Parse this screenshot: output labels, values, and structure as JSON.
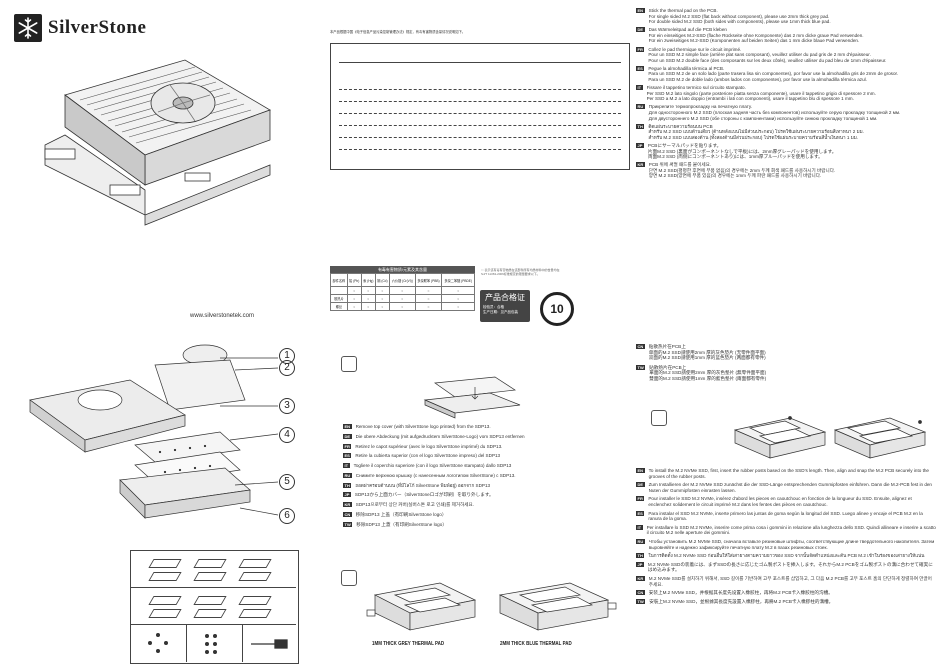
{
  "header": {
    "brand": "SilverStone",
    "website": "www.silverstonetek.com"
  },
  "compliance": {
    "note": "本产品根据中国《电子信息产品污染控制管理办法》规定，有毒有害物质含量情况说明如下。",
    "table_title": "有毒有害物质/元素及其含量",
    "col_headers": [
      "部件名称",
      "铅 (Pb)",
      "汞 (Hg)",
      "镉 (Cd)",
      "六价铬 (Cr(VI))",
      "多溴联苯 (PBB)",
      "多溴二苯醚 (PBDE)"
    ],
    "rows": [
      {
        "name": "",
        "marks": [
          "○",
          "○",
          "○",
          "○",
          "○",
          "○"
        ]
      },
      {
        "name": "散热片",
        "marks": [
          "○",
          "○",
          "○",
          "○",
          "○",
          "○"
        ]
      },
      {
        "name": "螺丝",
        "marks": [
          "○",
          "○",
          "○",
          "○",
          "○",
          "○"
        ]
      }
    ],
    "legend": "○: 表示该有毒有害物质在该部件所有均质材料中的含量均在SJ/T 11363-2006标准规定的限量要求以下。",
    "qc_title": "产品合格证",
    "qc_line1": "检验员：合格",
    "qc_line2": "生产日期：见产品包装",
    "epup_number": "10"
  },
  "parts": {
    "labels": [
      "1",
      "2",
      "3",
      "4",
      "5",
      "6"
    ]
  },
  "step1": {
    "items": [
      {
        "lang": "EN",
        "text": "Remove top cover (with SilverStone logo printed) from the SDP13."
      },
      {
        "lang": "DE",
        "text": "Die obere Abdeckung (mit aufgedrucktem SilverStone-Logo) vom SDP13 entfernen"
      },
      {
        "lang": "FR",
        "text": "Retirez le capot supérieur (avec le logo SilverStone imprimé) du SDP13."
      },
      {
        "lang": "ES",
        "text": "Retire la cubierta superior (con el logo SilverStone impreso) del SDP13"
      },
      {
        "lang": "IT",
        "text": "Togliere il coperchio superiore (con il logo SilverStone stampato) dallo SDP13"
      },
      {
        "lang": "RU",
        "text": "Снимите верхнюю крышку (с нанесенным логотипом SilverStone) с SDP13."
      },
      {
        "lang": "TH",
        "text": "ถอดฝาครอบด้านบน (ที่มีโลโก้ SilverStone พิมพ์อยู่) ออกจาก SDP13"
      },
      {
        "lang": "JP",
        "text": "SDP13から上面カバー（SilverStoneロゴが印刷）を取り外します。"
      },
      {
        "lang": "KR",
        "text": "SDP13으로부터 상단 커버(실버스톤 로고 인쇄)를 제거하세요."
      },
      {
        "lang": "CN",
        "text": "移除SDP13 上盖（有印刷SilverStone logo）"
      },
      {
        "lang": "TW",
        "text": "移除SDP13 上蓋（有印刷SilverStone logo）"
      }
    ]
  },
  "step2": {
    "left_label": "1MM THICK GREY THERMAL PAD",
    "right_label": "2MM THICK BLUE THERMAL PAD"
  },
  "right_top": {
    "items": [
      {
        "lang": "EN",
        "text": "Stick the thermal pad on the PCB.\nFor single sided M.2 SSD (flat back without component), please use 2mm thick grey pad.\nFor double sided M.2 SSD (both sides with components), please use 1mm thick blue pad."
      },
      {
        "lang": "DE",
        "text": "Das Wärmeleitpad auf die PCB kleben\nFür ein einseitiges M.2-SSD (flache Rückseite ohne Komponente) das 2 mm dicke graue Pad verwenden.\nFür ein zweiseitiges M.2-SSD (Komponenten auf beiden Seiten) das 1 mm dicke blaue Pad verwenden."
      },
      {
        "lang": "FR",
        "text": "Collez le pad thermique sur le circuit imprimé.\nPour un SSD M.2 simple face (arrière plat sans composant), veuillez utiliser du pad gris de 2 mm d'épaisseur.\nPour un SSD M.2 double face (des composants sur les deux côtés), veuillez utiliser du pad bleu de 1mm d'épaisseur."
      },
      {
        "lang": "ES",
        "text": "Pegue la almohadilla térmica al PCB.\nPara un SSD M.2 de un solo lado (parte trasera lisa sin componentes), por favor use la almohadilla gris de 2mm de grosor.\nPara un SSD M.2 de doble lado (ambos lados con componentes), por favor use la almohadilla térmica azul."
      },
      {
        "lang": "IT",
        "text": "Fissare il tappetino termico sul circuito stampato.\nPer SSD M.2 lato singolo (parte posteriore piatta senza componente), usare il tappetino grigio di spessore 2 mm.\nPer SSD a M.2 a lato doppio (entrambi i lati con componenti), usare il tappetino blu di spessore 1 mm."
      },
      {
        "lang": "RU",
        "text": "Прикрепите термопрокладку на печатную плату.\nДля односторонного M.2 SSD (плоская задняя часть без компонентов) используйте серую прокладку толщиной 2 мм.\nДля двустороннего M.2 SSD (обе стороны с компонентами) используйте синюю прокладку толщиной 1 мм."
      },
      {
        "lang": "TH",
        "text": "ติดแผ่นระบายความร้อนบน PCB\nสำหรับ M.2 SSD แบบด้านเดียว (ด้านหลังแบนไม่มีส่วนประกอบ) โปรดใช้แผ่นระบายความร้อนสีเทาหนา 2 มม.\nสำหรับ M.2 SSD แบบสองด้าน (ทั้งสองด้านมีส่วนประกอบ) โปรดใช้แผ่นระบายความร้อนสีน้ำเงินหนา 1 มม."
      },
      {
        "lang": "JP",
        "text": "PCBにサーマルパッドを貼ります。\n片面M.2 SSD (裏面がコンポーネントなしで平板)には、2mm厚グレーパッドを使用します。\n両面M.2 SSD (両側にコンポーネントあり)には、1mm厚ブルーパッドを使用します。"
      },
      {
        "lang": "KR",
        "text": "PCB 위에 써멀 패드를 붙이세요.\n단면 M.2 SSD(평평한 후면에 부품 없음)의 경우에는 2mm 두께 회색 패드를 사용하시기 바랍니다.\n양면 M.2 SSD(양면에 부품 있음)의 경우에는 1mm 두께 파란 패드를 사용하시기 바랍니다."
      }
    ]
  },
  "right_mid": {
    "items": [
      {
        "lang": "CN",
        "text": "贴散热片在PCB上\n单面的M.2 SSD請使用2mm 厚的灰色垫片 (无零件面平面)\n双面的M.2 SSD請使用1mm 厚的蓝色垫片 (两面都有零件)"
      },
      {
        "lang": "TW",
        "text": "貼散熱片在PCB上\n單面的M.2 SSD請使用2mm 厚的灰色墊片 (無零件面平面)\n雙面的M.2 SSD請使用1mm 厚的藍色墊片 (兩面都有零件)"
      }
    ]
  },
  "step3": {
    "items": [
      {
        "lang": "EN",
        "text": "To install the M.2 NVMe SSD, first, insert the rubber posts based on the SSD's length. Then, align and snap the M.2 PCB securely into the grooves of the rubber posts."
      },
      {
        "lang": "DE",
        "text": "Zum Installieren der M.2 NVMe SSD zunächst die der SSD-Länge entsprechenden Gummipfosten einführen. Dann die M.2-PCB fest in den Nuten der Gummipfosten einrasten lassen."
      },
      {
        "lang": "FR",
        "text": "Pour installer le SSD M.2 NVMe, insérez d'abord les pieces en caoutchouc en fonction de la longueur du SSD. Ensuite, alignez et enclenchez solidement le circuit imprimé M.2 dans les fentes des pièces en caoutchouc."
      },
      {
        "lang": "ES",
        "text": "Para instalar el SSD M.2 NVMe, inserte primero las juntas de goma según la longitud del SSD. Luego alinee y encaje el PCB M.2 en la ranura de la goma."
      },
      {
        "lang": "IT",
        "text": "Per installare lo SSD M.2 NVMe, inserire come prima cosa i gommini in relazione alla lunghezza dello SSD. Quindi allineare e inserire a scatto il circuito M.2 nelle aperture dei gommini."
      },
      {
        "lang": "RU",
        "text": "Чтобы установить M.2 NVMe SSD, сначала вставьте резиновые штифты, соответствующие длине твердотельного накопителя. Затем выровняйте и надежно зафиксируйте печатную плату M.2 в пазах резиновых стоек."
      },
      {
        "lang": "TH",
        "text": "ในการติดตั้ง M.2 NVMe SSD ก่อนอื่นให้ใส่เสายางตามความยาวของ SSD จากนั้นจัดตำแหน่งและดัน PCB M.2 เข้าในร่องของเสายางให้แน่น"
      },
      {
        "lang": "JP",
        "text": "M.2 NVMe SSDの装着には、まずSSDの長さに応じたゴム製ポストを挿入します。それからM.2 PCBをゴム製ポストの溝に合わせて確実にはめ込みます。"
      },
      {
        "lang": "KR",
        "text": "M.2 NVMe SSD를 설치하기 위해서, SSD 길이를 기반하여 고무 포스트를 삽입하고, 그 다음 M.2 PCB를 고무 포스트 홈의 단단하게 정렬하여 만끌어주세요."
      },
      {
        "lang": "CN",
        "text": "安装上M.2 NVMe SSD，并根据其长度先设置入橡胶柱，再将M.2 PCB卡入橡胶柱的沟槽。"
      },
      {
        "lang": "TW",
        "text": "安裝上M.2 NVMe SSD，並根據其長度先設置入橡膠柱，再將M.2 PCB卡入橡膠柱的溝槽。"
      }
    ]
  }
}
